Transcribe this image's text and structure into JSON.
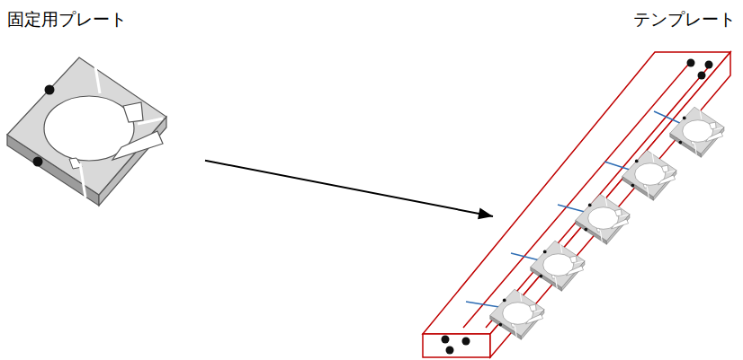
{
  "diagram": {
    "nodes": [
      {
        "text": [
          "固定用プレート"
        ]
      },
      {
        "text": [
          "テンプレート"
        ]
      }
    ],
    "edges": [
      {
        "from": 0,
        "to": 1,
        "arrow": "to"
      }
    ]
  }
}
